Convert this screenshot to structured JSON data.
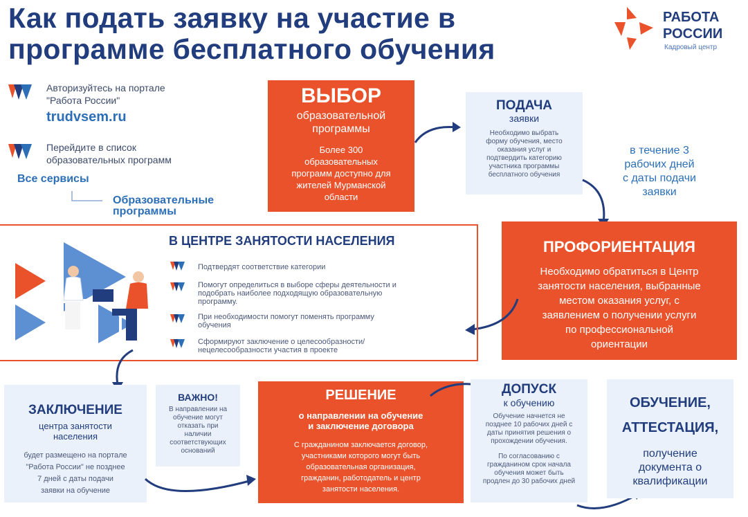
{
  "title": {
    "line1": "Как подать заявку на участие в",
    "line2": "программе бесплатного обучения"
  },
  "logo": {
    "line1": "РАБОТА",
    "line2": "РОССИИ",
    "sub": "Кадровый центр"
  },
  "steps": {
    "auth_line1": "Авторизуйтесь на портале",
    "auth_line2": "\"Работа России\"",
    "site": "trudvsem.ru",
    "goto_line1": "Перейдите в список",
    "goto_line2": "образовательных программ",
    "services": "Все сервисы",
    "programs_line1": "Образовательные",
    "programs_line2": "программы"
  },
  "choice": {
    "heading": "ВЫБОР",
    "sub_line1": "образовательной",
    "sub_line2": "программы",
    "text_line1": "Более 300",
    "text_line2": "образовательных",
    "text_line3": "программ доступно для",
    "text_line4": "жителей Мурманской",
    "text_line5": "области"
  },
  "submit": {
    "heading": "ПОДАЧА",
    "sub": "заявки",
    "text_line1": "Необходимо выбрать",
    "text_line2": "форму обучения, место",
    "text_line3": "оказания услуг и",
    "text_line4": "подтвердить категорию",
    "text_line5": "участника программы",
    "text_line6": "бесплатного обучения"
  },
  "deadline": {
    "line1": "в течение 3",
    "line2": "рабочих дней",
    "line3": "с даты подачи",
    "line4": "заявки"
  },
  "career": {
    "heading": "ПРОФОРИЕНТАЦИЯ",
    "text_line1": "Необходимо обратиться в Центр",
    "text_line2": "занятости населения, выбранные",
    "text_line3": "местом оказания услуг, с",
    "text_line4": "заявлением о получении услуги",
    "text_line5": "по профессиональной",
    "text_line6": "ориентации"
  },
  "center": {
    "heading": "В ЦЕНТРЕ ЗАНЯТОСТИ НАСЕЛЕНИЯ",
    "item1": "Подтвердят соответствие категории",
    "item2_line1": "Помогут определиться в выборе сферы деятельности и",
    "item2_line2": "подобрать наиболее подходящую образовательную",
    "item2_line3": "программу.",
    "item3_line1": "При необходимости помогут поменять программу",
    "item3_line2": "обучения",
    "item4_line1": "Сформируют заключение о целесообразности/",
    "item4_line2": "нецелесообразности участия в проекте"
  },
  "conclusion": {
    "heading": "ЗАКЛЮЧЕНИЕ",
    "sub_line1": "центра занятости",
    "sub_line2": "населения",
    "text_line1": "будет размещено на портале",
    "text_line2": "\"Работа России\"  не позднее",
    "text_line3": "7 дней с даты подачи",
    "text_line4": "заявки на обучение"
  },
  "important": {
    "heading": "ВАЖНО!",
    "text_line1": "В направлении на",
    "text_line2": "обучение могут",
    "text_line3": "отказать при",
    "text_line4": "наличии",
    "text_line5": "соответствующих",
    "text_line6": "оснований"
  },
  "decision": {
    "heading": "РЕШЕНИЕ",
    "sub_line1": "о направлении на обучение",
    "sub_line2": "и заключение договора",
    "text_line1": "С гражданином заключается договор,",
    "text_line2": "участниками которого могут быть",
    "text_line3": "образовательная организация,",
    "text_line4": "гражданин, работодатель и центр",
    "text_line5": "занятости населения."
  },
  "admission": {
    "heading": "ДОПУСК",
    "sub": "к обучению",
    "text_line1": "Обучение начнется не",
    "text_line2": "позднее 10 рабочих дней с",
    "text_line3": "даты принятия решения о",
    "text_line4": "прохождении обучения.",
    "text_line5": "По согласованию с",
    "text_line6": "гражданином срок начала",
    "text_line7": "обучения может быть",
    "text_line8": "продлен до 30 рабочих дней"
  },
  "training": {
    "line1": "ОБУЧЕНИЕ,",
    "line2": "АТТЕСТАЦИЯ,",
    "text_line1": "получение",
    "text_line2": "документа о",
    "text_line3": "квалификации"
  },
  "colors": {
    "navy": "#223d7d",
    "orange": "#e9522b",
    "blue": "#2c6fb7",
    "pale": "#eaf1fa"
  }
}
